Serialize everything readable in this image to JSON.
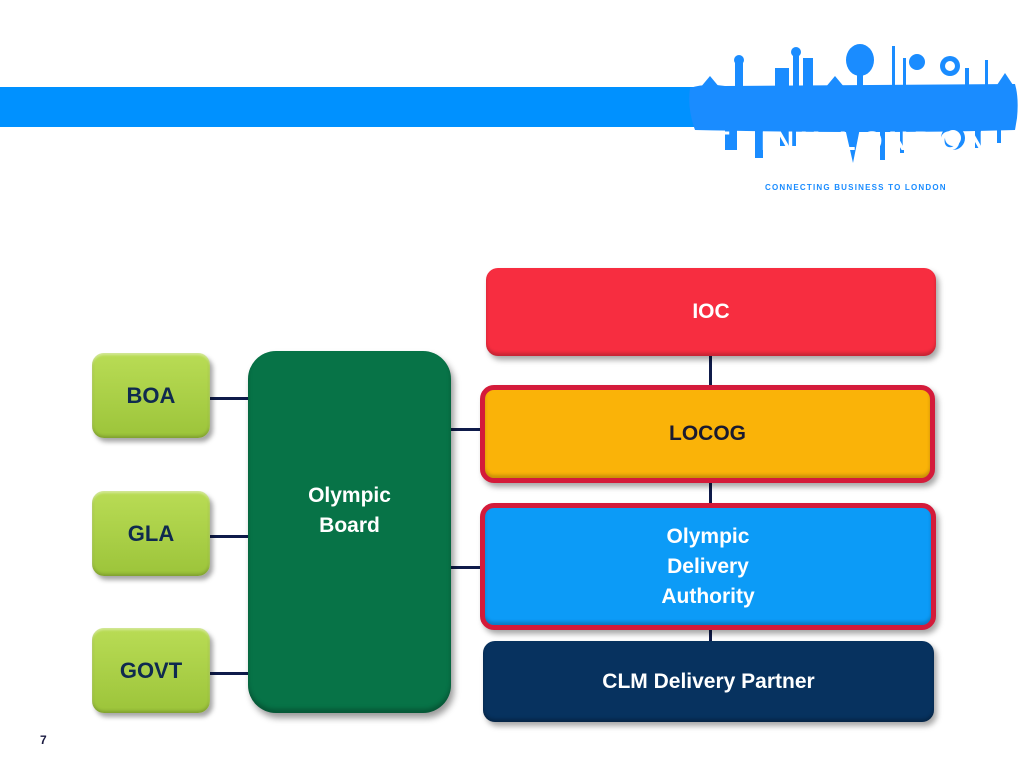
{
  "header": {
    "logo": {
      "title": "THINK LONDON",
      "tagline": "CONNECTING BUSINESS TO LONDON",
      "icon": "london-skyline-icon",
      "color": "#0091ff"
    }
  },
  "diagram": {
    "left_boxes": [
      {
        "label": "BOA"
      },
      {
        "label": "GLA"
      },
      {
        "label": "GOVT"
      }
    ],
    "board": {
      "label_line1": "Olympic",
      "label_line2": "Board"
    },
    "right_boxes": {
      "ioc": {
        "label": "IOC",
        "color": "#f72d40"
      },
      "locog": {
        "label": "LOCOG",
        "color": "#fab308"
      },
      "oda": {
        "label_line1": "Olympic",
        "label_line2": "Delivery",
        "label_line3": "Authority",
        "color": "#0c9bf7"
      },
      "clm": {
        "label": "CLM Delivery Partner",
        "color": "#07325f"
      }
    },
    "highlight_border_color": "#d41b3a",
    "connector_color": "#0f1b4a"
  },
  "footer": {
    "page_number": "7"
  }
}
